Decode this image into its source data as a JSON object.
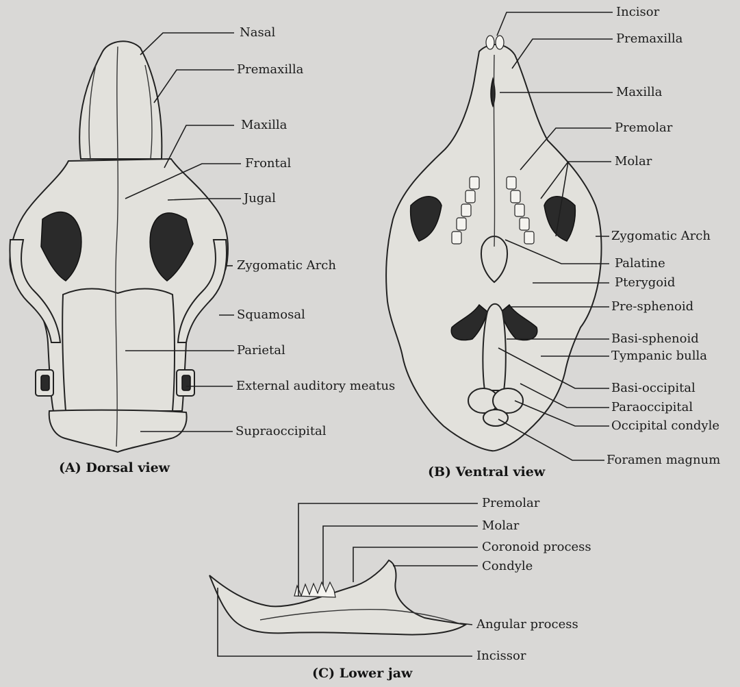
{
  "labels": {
    "dorsal": {
      "nasal": "Nasal",
      "premaxilla": "Premaxilla",
      "maxilla": "Maxilla",
      "frontal": "Frontal",
      "jugal": "Jugal",
      "zygomatic_arch": "Zygomatic Arch",
      "squamosal": "Squamosal",
      "parietal": "Parietal",
      "external_auditory_meatus": "External auditory meatus",
      "supraoccipital": "Supraoccipital"
    },
    "ventral": {
      "incisor": "Incisor",
      "premaxilla": "Premaxilla",
      "maxilla": "Maxilla",
      "premolar": "Premolar",
      "molar": "Molar",
      "zygomatic_arch": "Zygomatic Arch",
      "palatine": "Palatine",
      "pterygoid": "Pterygoid",
      "pre_sphenoid": "Pre-sphenoid",
      "basi_sphenoid": "Basi-sphenoid",
      "tympanic_bulla": "Tympanic bulla",
      "basi_occipital": "Basi-occipital",
      "paraoccipital": "Paraoccipital",
      "occipital_condyle": "Occipital condyle",
      "foramen_magnum": "Foramen magnum"
    },
    "jaw": {
      "premolar": "Premolar",
      "molar": "Molar",
      "coronoid_process": "Coronoid process",
      "condyle": "Condyle",
      "angular_process": "Angular process",
      "incissor": "Incissor"
    }
  },
  "captions": {
    "dorsal": "(A) Dorsal view",
    "ventral": "(B) Ventral view",
    "jaw": "(C) Lower jaw"
  }
}
